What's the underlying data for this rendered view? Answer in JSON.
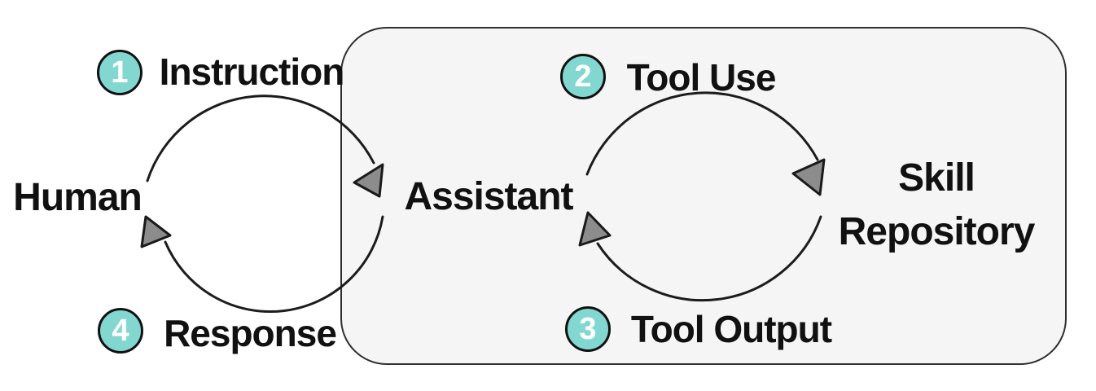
{
  "diagram": {
    "nodes": [
      {
        "id": "human",
        "label": "Human"
      },
      {
        "id": "assistant",
        "label": "Assistant"
      },
      {
        "id": "skill_repository",
        "label": "Skill\nRepository"
      }
    ],
    "steps": [
      {
        "num": "1",
        "label": "Instruction",
        "from": "Human",
        "to": "Assistant"
      },
      {
        "num": "2",
        "label": "Tool Use",
        "from": "Assistant",
        "to": "Skill Repository"
      },
      {
        "num": "3",
        "label": "Tool Output",
        "from": "Skill Repository",
        "to": "Assistant"
      },
      {
        "num": "4",
        "label": "Response",
        "from": "Assistant",
        "to": "Human"
      }
    ],
    "colors": {
      "badge_fill": "#82d8d1",
      "badge_border": "#111111",
      "badge_text": "#ffffff",
      "box_fill": "#f5f5f5",
      "box_border": "#2e2e2e",
      "arrow_line": "#1c1c1c",
      "arrowhead_fill": "#8c8c8c",
      "text": "#111111"
    }
  }
}
